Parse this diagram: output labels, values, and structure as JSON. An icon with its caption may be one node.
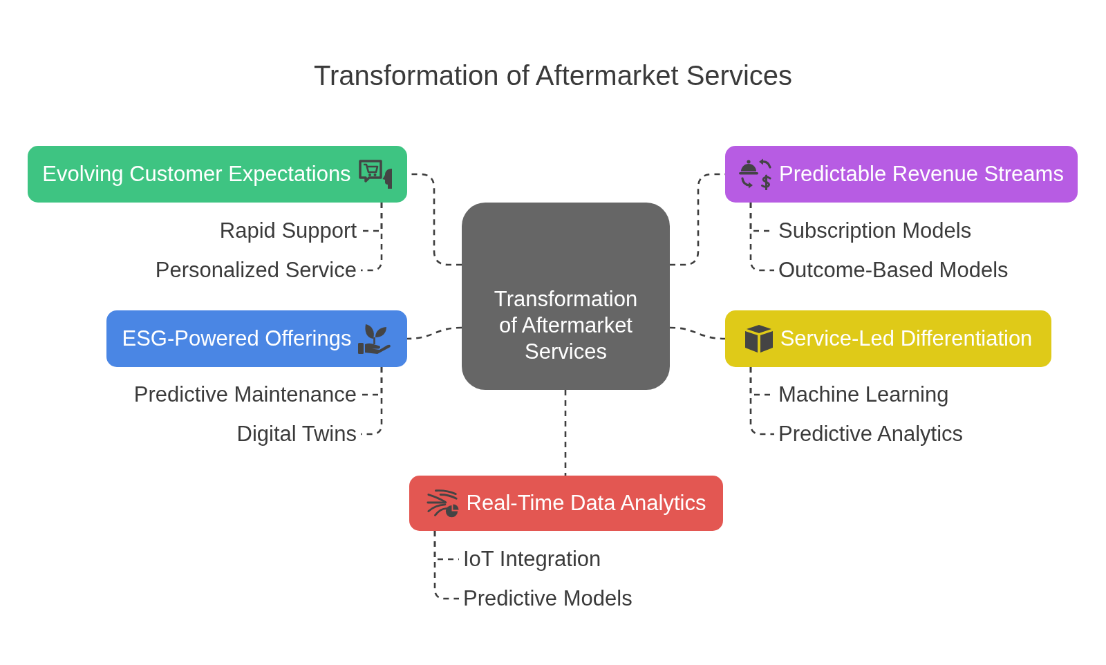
{
  "diagram": {
    "title": "Transformation of Aftermarket Services",
    "nodes": [
      {
        "text": [
          "Transformation of Aftermarket Services"
        ]
      },
      {
        "text": [
          "Evolving Customer Expectations"
        ]
      },
      {
        "text": [
          "Rapid Support"
        ]
      },
      {
        "text": [
          "Personalized Service"
        ]
      },
      {
        "text": [
          "Predictable Revenue Streams"
        ]
      },
      {
        "text": [
          "Subscription Models"
        ]
      },
      {
        "text": [
          "Outcome-Based Models"
        ]
      },
      {
        "text": [
          "ESG-Powered Offerings"
        ]
      },
      {
        "text": [
          "Predictive Maintenance"
        ]
      },
      {
        "text": [
          "Digital Twins"
        ]
      },
      {
        "text": [
          "Service-Led Differentiation"
        ]
      },
      {
        "text": [
          "Machine Learning"
        ]
      },
      {
        "text": [
          "Predictive Analytics"
        ]
      },
      {
        "text": [
          "Real-Time Data Analytics"
        ]
      },
      {
        "text": [
          "IoT Integration"
        ]
      },
      {
        "text": [
          "Predictive Models"
        ]
      }
    ],
    "edges": [
      {
        "from": 0,
        "to": 1,
        "arrow": "none",
        "style": "dashed"
      },
      {
        "from": 0,
        "to": 4,
        "arrow": "none",
        "style": "dashed"
      },
      {
        "from": 0,
        "to": 7,
        "arrow": "none",
        "style": "dashed"
      },
      {
        "from": 0,
        "to": 10,
        "arrow": "none",
        "style": "dashed"
      },
      {
        "from": 0,
        "to": 13,
        "arrow": "none",
        "style": "dashed"
      },
      {
        "from": 1,
        "to": 2,
        "arrow": "none",
        "style": "dashed"
      },
      {
        "from": 1,
        "to": 3,
        "arrow": "none",
        "style": "dashed"
      },
      {
        "from": 4,
        "to": 5,
        "arrow": "none",
        "style": "dashed"
      },
      {
        "from": 4,
        "to": 6,
        "arrow": "none",
        "style": "dashed"
      },
      {
        "from": 7,
        "to": 8,
        "arrow": "none",
        "style": "dashed"
      },
      {
        "from": 7,
        "to": 9,
        "arrow": "none",
        "style": "dashed"
      },
      {
        "from": 10,
        "to": 11,
        "arrow": "none",
        "style": "dashed"
      },
      {
        "from": 10,
        "to": 12,
        "arrow": "none",
        "style": "dashed"
      },
      {
        "from": 13,
        "to": 14,
        "arrow": "none",
        "style": "dashed"
      },
      {
        "from": 13,
        "to": 15,
        "arrow": "none",
        "style": "dashed"
      }
    ]
  }
}
